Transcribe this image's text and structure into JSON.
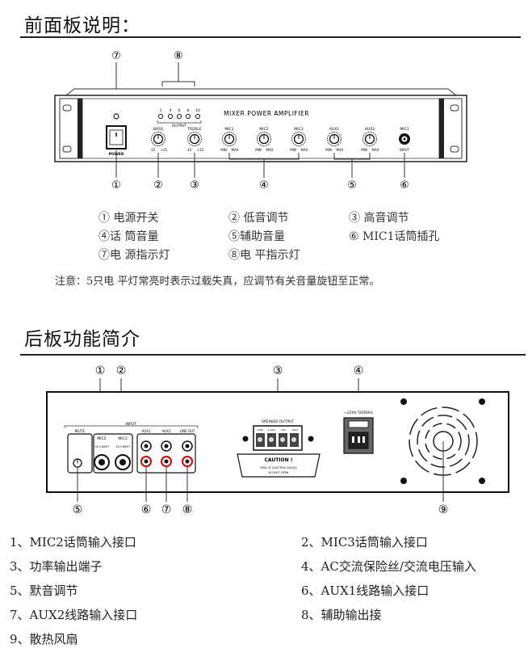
{
  "front": {
    "title": "前面板说明：",
    "callouts": [
      "①",
      "②",
      "③",
      "④",
      "⑤",
      "⑥",
      "⑦",
      "⑧"
    ],
    "panel_title": "MIXER POWER AMPLIFIER",
    "output_label": "OUTPUT",
    "led_scale": [
      "1",
      "4",
      "6",
      "8",
      "10"
    ],
    "power_label": "POWER",
    "knobs": [
      {
        "label": "BASS",
        "scale": [
          "-15",
          "+15"
        ]
      },
      {
        "label": "TREBLE",
        "scale": [
          "-15",
          "+15"
        ]
      },
      {
        "label": "MIC1",
        "scale": [
          "MIN",
          "MAX"
        ]
      },
      {
        "label": "MIC2",
        "scale": [
          "MIN",
          "MAX"
        ]
      },
      {
        "label": "MIC3",
        "scale": [
          "MIN",
          "MAX"
        ]
      },
      {
        "label": "AUX1",
        "scale": [
          "MIN",
          "MAX"
        ]
      },
      {
        "label": "AUX2",
        "scale": [
          "MIN",
          "MAX"
        ]
      }
    ],
    "jack_label": "MIC1",
    "jack_sub": "INPUT",
    "legend": [
      "① 电源开关",
      "② 低音调节",
      "③ 高音调节",
      "④话 筒音量",
      "⑤辅助音量",
      "⑥ MIC1话筒插孔",
      "⑦电 源指示灯",
      "⑧电 平指示灯"
    ],
    "note": "注意：5只电 平灯常亮时表示过载失真，应调节有关音量旋钮至正常。"
  },
  "rear": {
    "title": "后板功能简介",
    "callouts": [
      "①",
      "②",
      "③",
      "④",
      "⑤",
      "⑥",
      "⑦",
      "⑧",
      "⑨"
    ],
    "mute_label": "MUTE",
    "input_label": "INPUT",
    "mic_labels": [
      "MIC2",
      "MIC3"
    ],
    "mic_subs": [
      "+6.3 INPUT",
      "+6.3 INPUT"
    ],
    "rca_labels": [
      "AUX1",
      "AUX2",
      "LINE OUT"
    ],
    "speaker_label": "SPEAKER OUTPUT",
    "terminal_labels": [
      "COM",
      "4-16Ω",
      "70V",
      "100V"
    ],
    "caution_title": "CAUTION !",
    "caution_text": [
      "RISK OF ELECTRIC SHOCK",
      "DO NOT OPEN"
    ],
    "power_label": "~220V 50/60Hz",
    "items": [
      "1、MIC2话筒输入接口",
      "2、MIC3话筒输入接口",
      "3、功率输出端子",
      "4、AC交流保险丝/交流电压输入",
      "5、默音调节",
      "6、AUX1线路输入接口",
      "7、AUX2线路输入接口",
      "8、辅助输出接",
      "9、散热风扇"
    ]
  }
}
